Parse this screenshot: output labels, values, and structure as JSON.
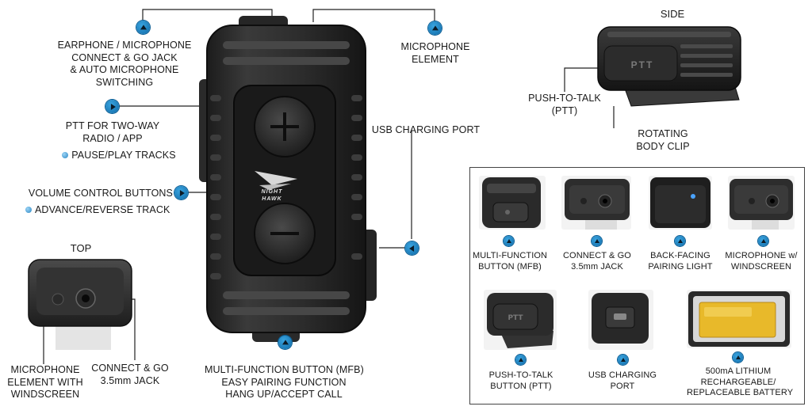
{
  "main_labels": {
    "earphone_jack": [
      "EARPHONE / MICROPHONE",
      "CONNECT & GO JACK",
      "& AUTO MICROPHONE",
      "SWITCHING"
    ],
    "ptt": [
      "PTT FOR TWO-WAY",
      "RADIO / APP"
    ],
    "pause_play": "PAUSE/PLAY TRACKS",
    "volume": "VOLUME CONTROL BUTTONS",
    "advance_reverse": "ADVANCE/REVERSE TRACK",
    "mic_element": [
      "MICROPHONE",
      "ELEMENT"
    ],
    "usb_port": "USB CHARGING PORT",
    "mfb": [
      "MULTI-FUNCTION BUTTON (MFB)",
      "EASY PAIRING FUNCTION",
      "HANG UP/ACCEPT CALL"
    ]
  },
  "brand": {
    "line1": "NIGHT",
    "line2": "HAWK"
  },
  "top_view": {
    "title": "TOP",
    "mic_label": [
      "MICROPHONE",
      "ELEMENT WITH",
      "WINDSCREEN"
    ],
    "jack_label": [
      "CONNECT & GO",
      "3.5mm JACK"
    ]
  },
  "side_view": {
    "title": "SIDE",
    "ptt_engraving": "PTT",
    "ptt_label": [
      "PUSH-TO-TALK",
      "(PTT)"
    ],
    "clip_label": [
      "ROTATING",
      "BODY CLIP"
    ]
  },
  "detail_panel": [
    {
      "label": [
        "MULTI-FUNCTION",
        "BUTTON (MFB)"
      ]
    },
    {
      "label": [
        "CONNECT & GO",
        "3.5mm JACK"
      ]
    },
    {
      "label": [
        "BACK-FACING",
        "PAIRING LIGHT"
      ]
    },
    {
      "label": [
        "MICROPHONE w/",
        "WINDSCREEN"
      ]
    },
    {
      "label": [
        "PUSH-TO-TALK",
        "BUTTON (PTT)"
      ]
    },
    {
      "label": [
        "USB CHARGING",
        "PORT"
      ]
    },
    {
      "label": [
        "500mA LITHIUM",
        "RECHARGEABLE/",
        "REPLACEABLE BATTERY"
      ]
    }
  ],
  "colors": {
    "marker": "#1a7fc1",
    "device": "#2b2b2b",
    "battery": "#e8b92a"
  },
  "icons": [
    "up-arrow-marker-icon",
    "right-arrow-marker-icon",
    "left-arrow-marker-icon",
    "bullet-dot-icon"
  ]
}
